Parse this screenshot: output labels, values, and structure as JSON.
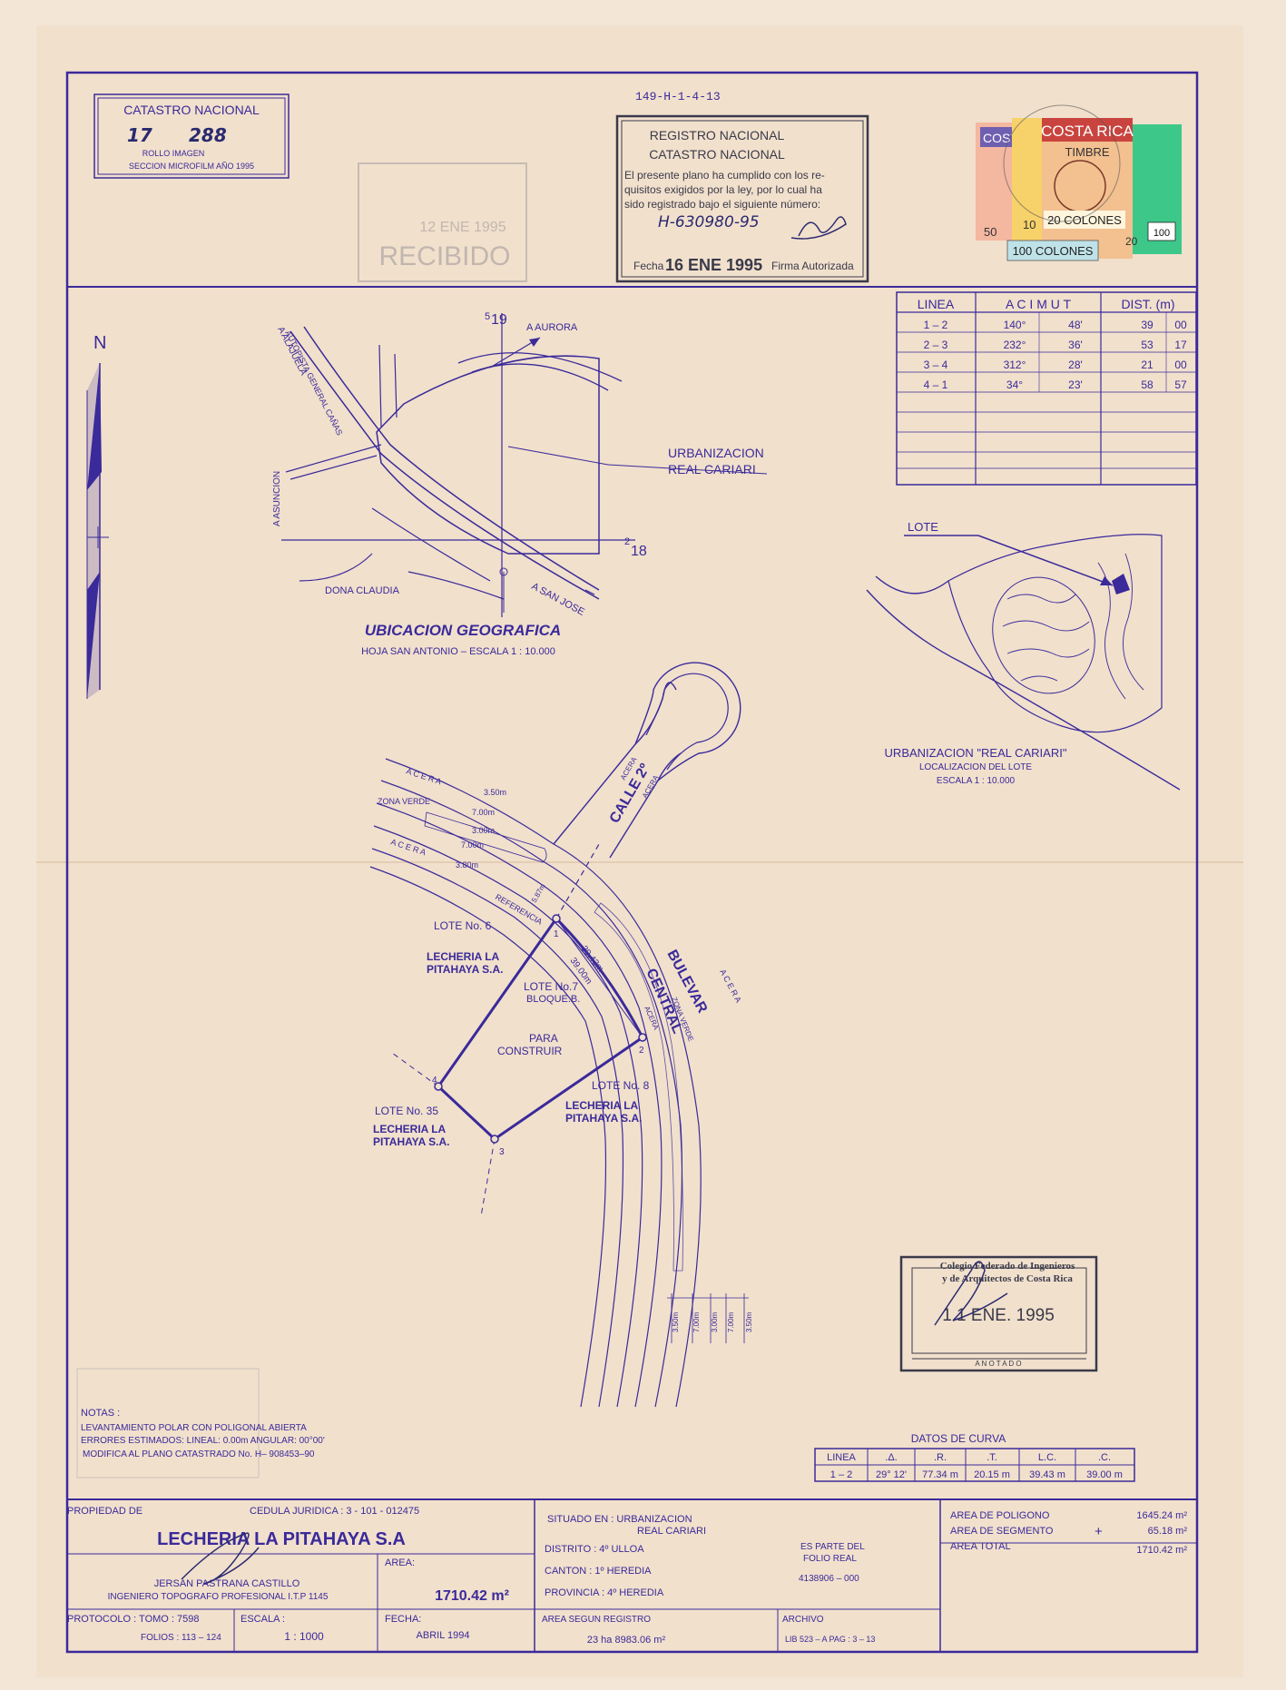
{
  "ref_code": "149-H-1-4-13",
  "catastro": {
    "title": "CATASTRO NACIONAL",
    "num_a": "17",
    "num_b": "288",
    "line1": "ROLLO IMAGEN",
    "line2": "SECCION MICROFILM AÑO 1995"
  },
  "recibido_stamp": {
    "date": "12 ENE 1995",
    "word": "RECIBIDO"
  },
  "registro": {
    "title1": "REGISTRO NACIONAL",
    "title2": "CATASTRO NACIONAL",
    "text1": "El presente plano ha cumplido con los re-",
    "text2": "quisitos exigidos por la ley, por lo cual ha",
    "text3": "sido registrado bajo el siguiente número:",
    "number": "H-630980-95",
    "fecha_label": "Fecha",
    "fecha": "16 ENE 1995",
    "firma": "Firma Autorizada"
  },
  "timbres": {
    "t1": "COSTA",
    "t2": "COSTA RICA",
    "timbre": "TIMBRE",
    "v1": "50",
    "v2": "10",
    "v3": "20 COLONES",
    "v4": "100 COLONES",
    "v5": "100",
    "v6": "20"
  },
  "north": "N",
  "ubicacion": {
    "title": "UBICACION   GEOGRAFICA",
    "subtitle": "HOJA SAN ANTONIO   –   ESCALA  1 : 10.000",
    "aurora": "A AURORA",
    "asuncion": "A ASUNCION",
    "alajuela": "A ALAJUELA",
    "autopista": "AUTOPISTA GENERAL CAÑAS",
    "dona_claudia": "DONA CLAUDIA",
    "san_jose": "A SAN JOSE",
    "urbanizacion": "URBANIZACION",
    "real_cariari": "REAL CARIARI",
    "coord19_a": "5",
    "coord19_b": "19",
    "coord18_a": "2",
    "coord18_b": "18"
  },
  "azimut_table": {
    "headers": [
      "LINEA",
      "A C I M U T",
      "DIST. (m)"
    ],
    "rows": [
      [
        "1  –  2",
        "140°",
        "48'",
        "39",
        "00"
      ],
      [
        "2  –  3",
        "232°",
        "36'",
        "53",
        "17"
      ],
      [
        "3  –  4",
        "312°",
        "28'",
        "21",
        "00"
      ],
      [
        "4  –  1",
        "34°",
        "23'",
        "58",
        "57"
      ]
    ]
  },
  "localizacion": {
    "lote": "LOTE",
    "title": "URBANIZACION  \"REAL CARIARI\"",
    "line2": "LOCALIZACION  DEL  LOTE",
    "line3": "ESCALA  1 : 10.000"
  },
  "plan": {
    "acera": "A C E R A",
    "acera_b": "A C E R A",
    "zona_verde": "ZONA VERDE",
    "d350": "3.50m",
    "d700": "7.00m",
    "d300": "3.00m",
    "d700b": "7.00m",
    "d380": "3.80m",
    "calle": "CALLE 2º",
    "acera_c": "ACERA",
    "acera_d": "ACERA",
    "referencia": "REFERENCIA",
    "ref_dist": "5.87m",
    "bulevar": "BULEVAR",
    "central": "CENTRAL",
    "zona_verde2": "ZONA VERDE",
    "acera_e": "A C E R A",
    "acera_f": "ACERA",
    "arc_len": "39.43m",
    "chord": "39.00m",
    "lote6": "LOTE  No. 6",
    "lechera1": "LECHERIA  LA",
    "pitahaya1": "PITAHAYA  S.A.",
    "lote7": "LOTE  No.7",
    "bloque": "BLOQUE.B.",
    "para": "PARA",
    "construir": "CONSTRUIR",
    "lote8": "LOTE  No. 8",
    "lechera2": "LECHERIA  LA",
    "pitahaya2": "PITAHAYA  S.A.",
    "lote35": "LOTE  No. 35",
    "lechera3": "LECHERIA  LA",
    "pitahaya3": "PITAHAYA  S.A.",
    "p1": "1",
    "p2": "2",
    "p3": "3",
    "p4": "4",
    "w1": "3.50m",
    "w2": "7.00m",
    "w3": "3.00m",
    "w4": "7.00m",
    "w5": "3.50m"
  },
  "colegio": {
    "line1": "Colegio Federado de Ingenieros",
    "line2": "y de Arquitectos de Costa Rica",
    "date": "1 1  ENE.  1995",
    "footer": "A N O T A D O"
  },
  "notas": {
    "title": "NOTAS :",
    "l1": "LEVANTAMIENTO POLAR CON POLIGONAL ABIERTA",
    "l2": "ERRORES ESTIMADOS: LINEAL: 0.00m  ANGULAR: 00°00'",
    "l3": "MODIFICA AL PLANO CATASTRADO No. H– 908453–90"
  },
  "curva": {
    "title": "DATOS  DE  CURVA",
    "headers": [
      "LINEA",
      ".Δ.",
      ".R.",
      ".T.",
      "L.C.",
      ".C."
    ],
    "row": [
      "1  –  2",
      "29° 12'",
      "77.34 m",
      "20.15 m",
      "39.43 m",
      "39.00 m"
    ]
  },
  "footer": {
    "propiedad_label": "PROPIEDAD  DE",
    "cedula": "CEDULA JURIDICA : 3 - 101 - 012475",
    "owner": "LECHERIA  LA PITAHAYA  S.A",
    "ingeniero1": "JERSAN  PASTRANA  CASTILLO",
    "ingeniero2": "INGENIERO  TOPOGRAFO  PROFESIONAL  I.T.P  1145",
    "area_label": "AREA:",
    "area": "1710.42 m²",
    "protocolo": "PROTOCOLO : TOMO : 7598",
    "folios": "FOLIOS : 113 – 124",
    "escala_label": "ESCALA :",
    "escala": "1 : 1000",
    "fecha_label": "FECHA:",
    "fecha": "ABRIL     1994",
    "situado1": "SITUADO  EN :  URBANIZACION",
    "situado2": "REAL  CARIARI",
    "distrito": "DISTRITO :  4º ULLOA",
    "canton": "CANTON :  1º HEREDIA",
    "provincia": "PROVINCIA :  4º HEREDIA",
    "es_parte": "ES  PARTE  DEL",
    "folio_real": "FOLIO  REAL",
    "folio_num": "4138906 – 000",
    "area_registro_label": "AREA  SEGUN  REGISTRO",
    "area_registro": "23 ha 8983.06 m²",
    "archivo_label": "ARCHIVO",
    "archivo": "LIB  523 – A    PAG :  3 – 13",
    "area_poligono_label": "AREA  DE  POLIGONO",
    "area_poligono": "1645.24  m²",
    "area_segmento_label": "AREA  DE  SEGMENTO",
    "plus": "+",
    "area_segmento": "65.18  m²",
    "area_total_label": "AREA  TOTAL",
    "area_total": "1710.42  m²"
  }
}
